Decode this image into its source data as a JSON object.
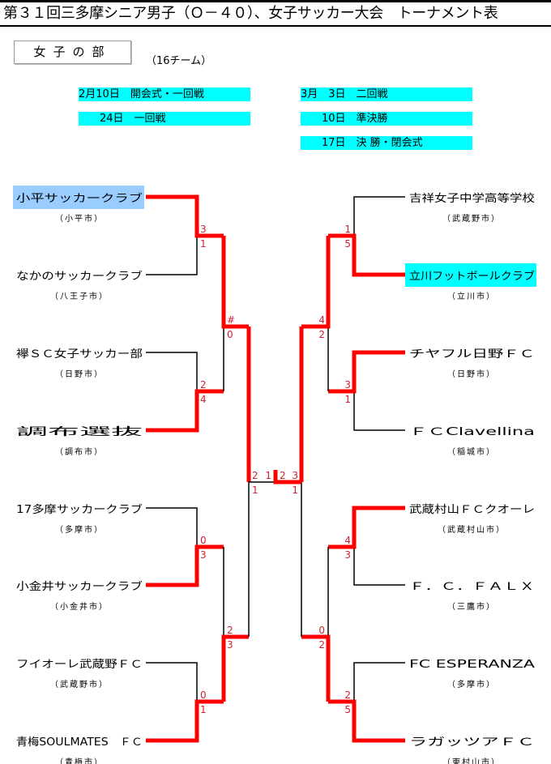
{
  "title": "第３１回三多摩シニア男子（Ｏ－４０）、女子サッカー大会　トーナメント表",
  "division": "女子の部",
  "team_count": "（16チーム）",
  "schedule": [
    "2月10日　開会式・一回戦",
    "　　24日　一回戦",
    "3月　3日　二回戦",
    "　　10日　準決勝",
    "　　17日　決 勝・閉会式"
  ],
  "colors": {
    "win_line": "#ff0000",
    "score": "#cc2233",
    "champion_bg": "#99ccff",
    "runner_up_bg": "#00ffff",
    "schedule_bg": "#00ffff"
  },
  "left_teams": [
    {
      "name": "小平サッカークラブ",
      "city": "（小平市）",
      "highlight": "champion"
    },
    {
      "name": "なかのサッカークラブ",
      "city": "（八王子市）"
    },
    {
      "name": "襷ＳＣ女子サッカー部",
      "city": "（日野市）"
    },
    {
      "name": "調布選抜",
      "city": "（調布市）"
    },
    {
      "name": "17多摩サッカークラブ",
      "city": "（多摩市）"
    },
    {
      "name": "小金井サッカークラブ",
      "city": "（小金井市）"
    },
    {
      "name": "フイオーレ武蔵野ＦＣ",
      "city": "（武蔵野市）"
    },
    {
      "name": "青梅SOULMATES　ＦＣ",
      "city": "（青梅市）"
    }
  ],
  "right_teams": [
    {
      "name": "吉祥女子中学高等学校",
      "city": "（武蔵野市）"
    },
    {
      "name": "立川フットボールクラブ",
      "city": "（立川市）",
      "highlight": "runner_up"
    },
    {
      "name": "チヤフル日野ＦＣ",
      "city": "（日野市）"
    },
    {
      "name": "ＦＣClavellina",
      "city": "（稲城市）"
    },
    {
      "name": "武蔵村山ＦＣクオーレ",
      "city": "（武蔵村山市）"
    },
    {
      "name": "Ｆ．Ｃ．ＦＡＬＸ",
      "city": "（三鷹市）"
    },
    {
      "name": "FC ESPERANZA",
      "city": "（多摩市）"
    },
    {
      "name": "ラガッツアＦＣ",
      "city": "（東村山市）"
    }
  ],
  "scores": {
    "left_r1": [
      [
        "3",
        "1"
      ],
      [
        "2",
        "4"
      ],
      [
        "0",
        "3"
      ],
      [
        "0",
        "1"
      ]
    ],
    "left_r2": [
      [
        "#",
        "0"
      ],
      [
        "2",
        "3"
      ]
    ],
    "left_sf": [
      "2",
      "1"
    ],
    "right_r1": [
      [
        "1",
        "5"
      ],
      [
        "3",
        "1"
      ],
      [
        "4",
        "3"
      ],
      [
        "2",
        "5"
      ]
    ],
    "right_r2": [
      [
        "4",
        "2"
      ],
      [
        "0",
        "2"
      ]
    ],
    "right_sf": [
      "3",
      "1"
    ],
    "final": [
      "1",
      "2"
    ]
  },
  "winners": {
    "left_r1": [
      0,
      1,
      1,
      1
    ],
    "left_r2": [
      0,
      1
    ],
    "left_sf": 0,
    "right_r1": [
      1,
      0,
      0,
      1
    ],
    "right_r2": [
      0,
      1
    ],
    "right_sf": 0,
    "final": 1
  }
}
